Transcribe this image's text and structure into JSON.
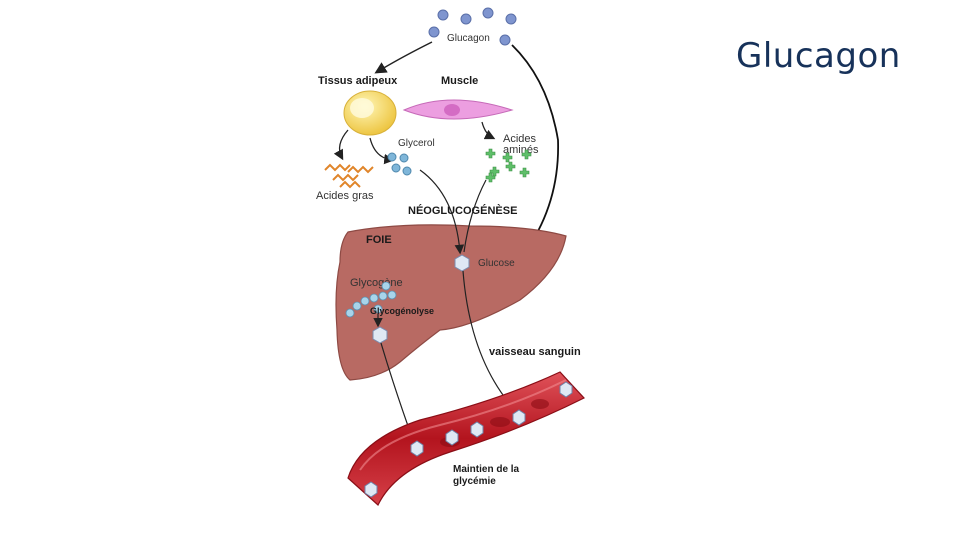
{
  "slide": {
    "title": "Glucagon"
  },
  "diagram": {
    "glucagon": "Glucagon",
    "tissus_adipeux": "Tissus adipeux",
    "muscle": "Muscle",
    "glycerol": "Glycerol",
    "acides_amines_1": "Acides",
    "acides_amines_2": "aminés",
    "acides_gras": "Acides gras",
    "neoglucogenese": "NÉOGLUCOGÉNÈSE",
    "foie": "FOIE",
    "glucose": "Glucose",
    "glycogene": "Glycogène",
    "glycogenolyse": "Glycogénolyse",
    "vaisseau": "vaisseau sanguin",
    "maintien_1": "Maintien de la",
    "maintien_2": "glycémie"
  },
  "colors": {
    "title": "#17325a",
    "liver": "#b86a63",
    "vessel": "#c0202a",
    "adipocyte": "#f3d24f",
    "muscle": "#e88ad8",
    "glucagon_dot": "#7f95cf",
    "glycerol_dot": "#7fb6d9",
    "amino_cross": "#5fbf6a"
  }
}
